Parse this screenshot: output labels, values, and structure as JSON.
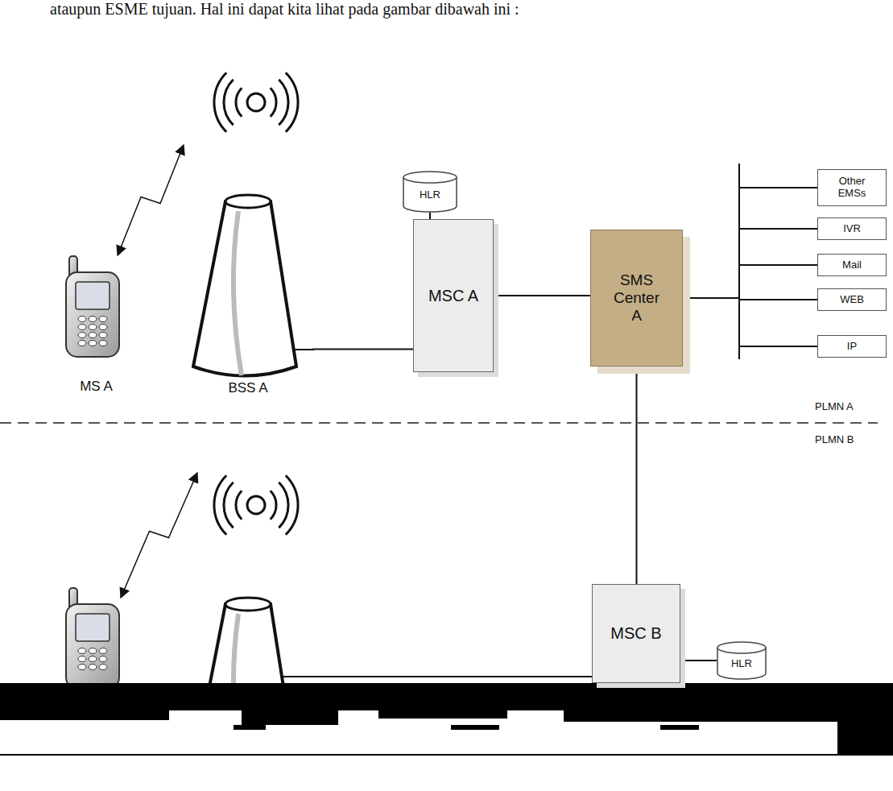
{
  "diagram": {
    "nodes": [
      {
        "text": [
          "MS A"
        ]
      },
      {
        "text": [
          "BSS A"
        ]
      },
      {
        "text": [
          "HLR"
        ]
      },
      {
        "text": [
          "MSC A"
        ]
      },
      {
        "text": [
          "SMS Center A"
        ]
      },
      {
        "text": [
          "Other EMSs"
        ]
      },
      {
        "text": [
          "IVR"
        ]
      },
      {
        "text": [
          "Mail"
        ]
      },
      {
        "text": [
          "WEB"
        ]
      },
      {
        "text": [
          "IP"
        ]
      },
      {
        "text": [
          "MSC B"
        ]
      },
      {
        "text": [
          "HLR"
        ]
      }
    ],
    "edges": [
      {
        "from": 0,
        "to": 1,
        "arrow": "both"
      },
      {
        "from": 1,
        "to": 3,
        "arrow": "none"
      },
      {
        "from": 2,
        "to": 3,
        "arrow": "none"
      },
      {
        "from": 3,
        "to": 4,
        "arrow": "none"
      },
      {
        "from": 4,
        "to": 5,
        "arrow": "none"
      },
      {
        "from": 4,
        "to": 6,
        "arrow": "none"
      },
      {
        "from": 4,
        "to": 7,
        "arrow": "none"
      },
      {
        "from": 4,
        "to": 8,
        "arrow": "none"
      },
      {
        "from": 4,
        "to": 9,
        "arrow": "none"
      },
      {
        "from": 4,
        "to": 10,
        "arrow": "none"
      },
      {
        "from": 10,
        "to": 11,
        "arrow": "none"
      }
    ],
    "labels": [
      "ataupun ESME tujuan. Hal ini dapat kita lihat pada gambar dibawah ini :",
      "PLMN A",
      "PLMN B"
    ]
  }
}
